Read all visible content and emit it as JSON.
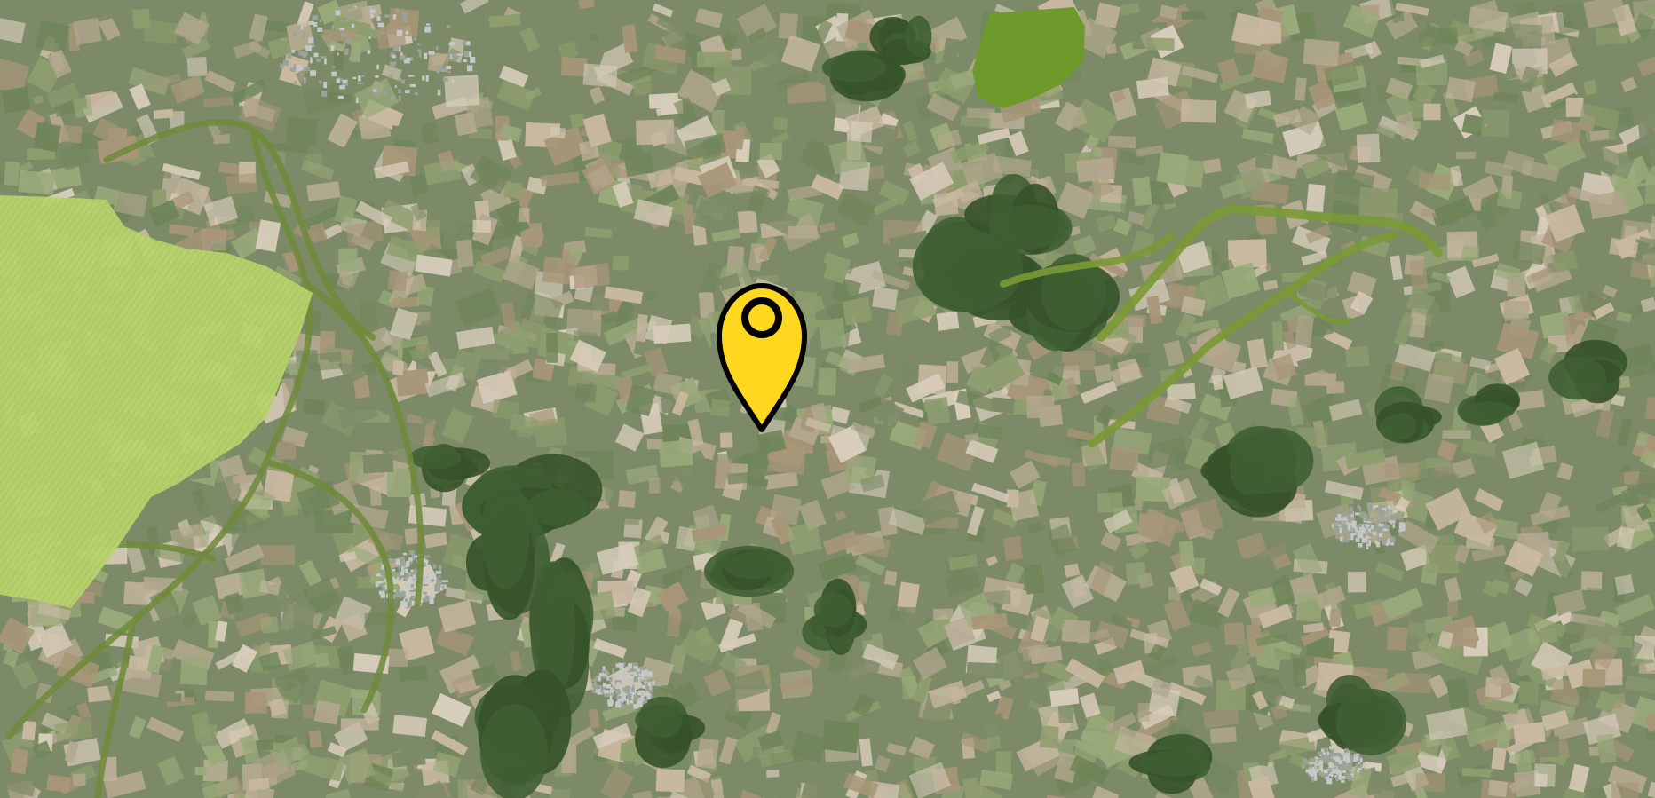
{
  "map": {
    "type": "satellite",
    "colors": {
      "base": "#7d8a68",
      "field_light": "#c9b9a2",
      "field_tan": "#a89678",
      "field_green": "#8e9d6e",
      "forest": "#3f5f33",
      "highlight_area": "#b5cf6a",
      "urban": "#9aa29a",
      "river": "#6f8a3a",
      "marker_fill": "#ffd71f",
      "marker_stroke": "#000000"
    },
    "marker": {
      "icon": "location-pin-icon",
      "color": "#ffd71f"
    },
    "highlighted_areas": [
      {
        "name": "west-region-highlight",
        "color": "#b5cf6a"
      },
      {
        "name": "north-forest-highlight",
        "color": "#6e9a2c"
      }
    ]
  }
}
